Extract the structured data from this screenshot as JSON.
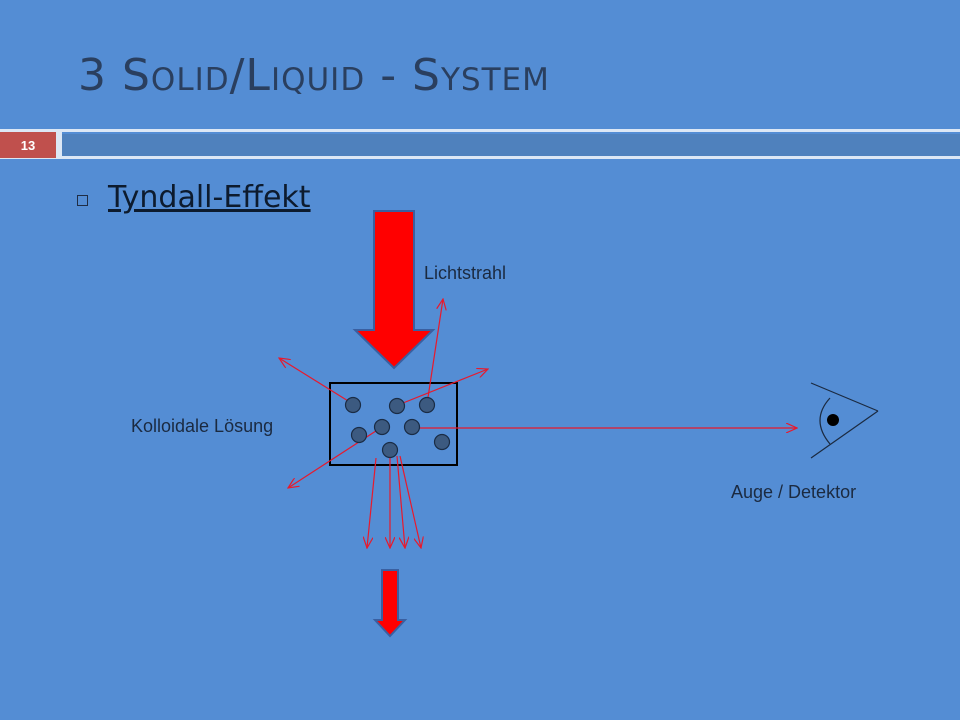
{
  "slide": {
    "title_parts": {
      "p1": "3 S",
      "p2": "OLID",
      "p3": "/L",
      "p4": "IQUID",
      "p5": " - S",
      "p6": "YSTEM"
    },
    "page_number": "13"
  },
  "bullet": {
    "text": "Tyndall-Effekt"
  },
  "diagram": {
    "label_light": "Lichtstrahl",
    "label_solution": "Kolloidale Lösung",
    "label_detector": "Auge / Detektor",
    "colors": {
      "background": "#548dd4",
      "arrow_fill": "#ff0000",
      "ray": "#e8192c",
      "particle": "#3c5a80",
      "box": "#000000"
    }
  }
}
